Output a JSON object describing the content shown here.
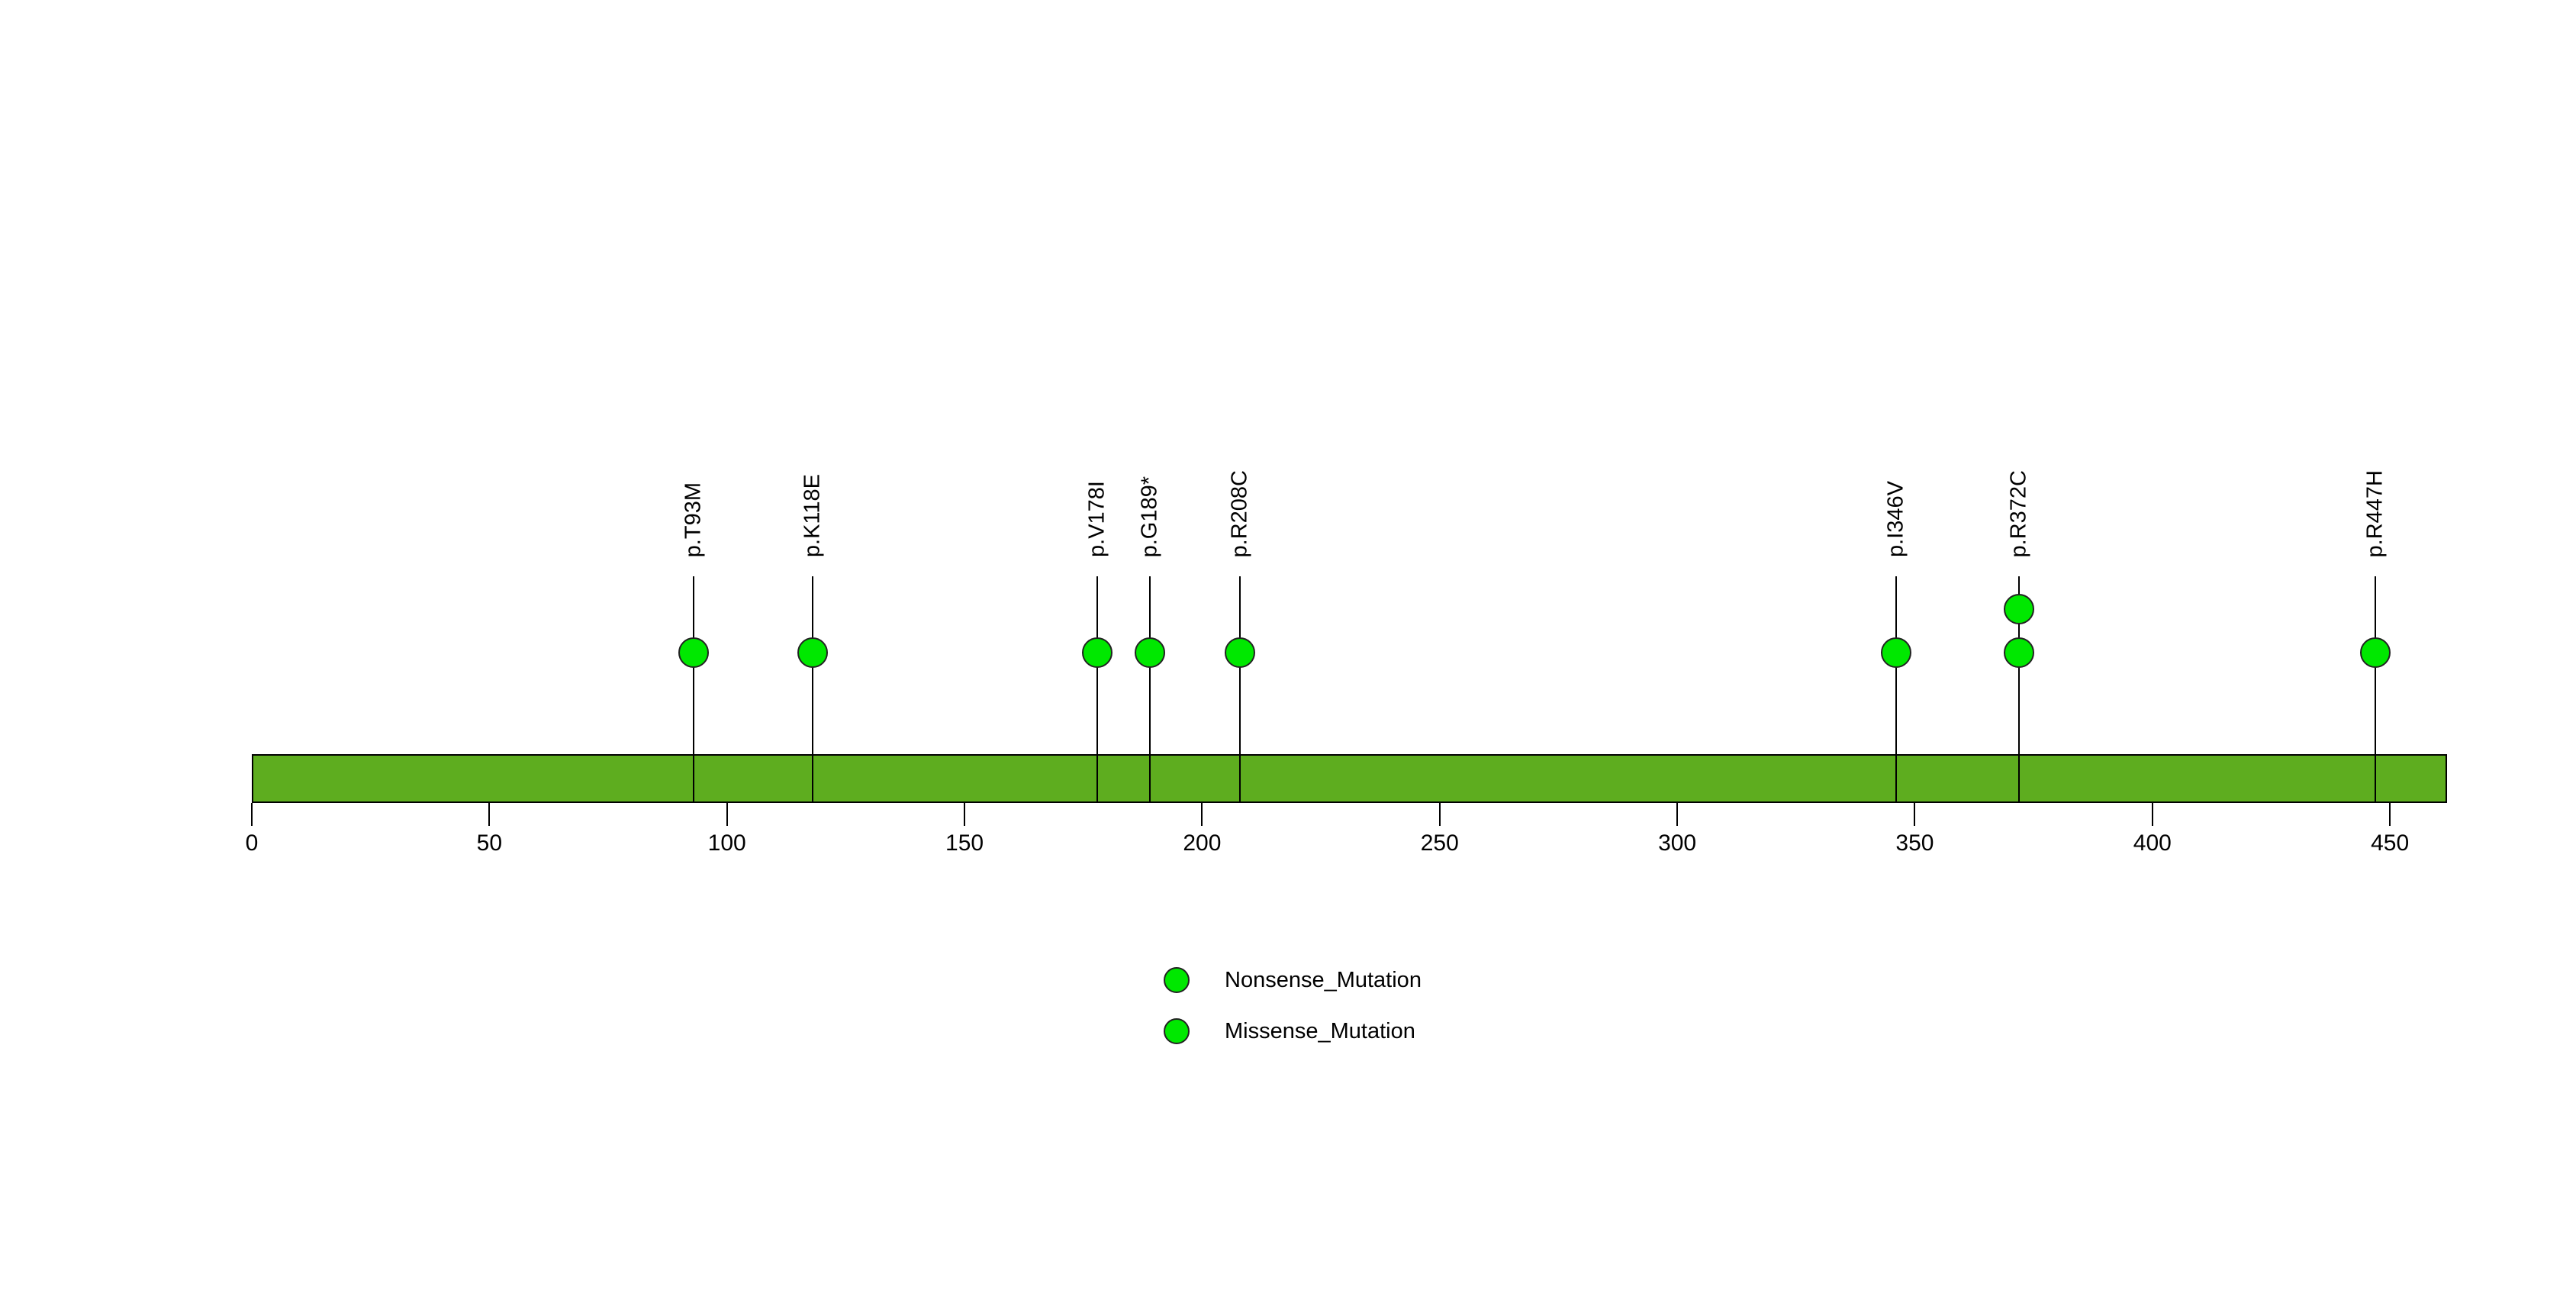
{
  "chart_data": {
    "type": "lollipop",
    "title": "",
    "xlabel": "",
    "ylabel": "",
    "xlim": [
      0,
      462
    ],
    "grid": false,
    "protein_length": 462,
    "axis": {
      "ticks": [
        0,
        50,
        100,
        150,
        200,
        250,
        300,
        350,
        400,
        450
      ],
      "tick_labels": [
        "0",
        "50",
        "100",
        "150",
        "200",
        "250",
        "300",
        "350",
        "400",
        "450"
      ]
    },
    "backbone": {
      "label": "protein-backbone",
      "start": 0,
      "end": 462,
      "color": "#5EAD1F",
      "border_color": "#000000"
    },
    "mutations": [
      {
        "label": "p.T93M",
        "position": 93,
        "count": 1,
        "type": "Missense_Mutation",
        "color": "#00E800"
      },
      {
        "label": "p.K118E",
        "position": 118,
        "count": 1,
        "type": "Missense_Mutation",
        "color": "#00E800"
      },
      {
        "label": "p.V178I",
        "position": 178,
        "count": 1,
        "type": "Missense_Mutation",
        "color": "#00E800"
      },
      {
        "label": "p.G189*",
        "position": 189,
        "count": 1,
        "type": "Nonsense_Mutation",
        "color": "#00E800"
      },
      {
        "label": "p.R208C",
        "position": 208,
        "count": 1,
        "type": "Missense_Mutation",
        "color": "#00E800"
      },
      {
        "label": "p.I346V",
        "position": 346,
        "count": 1,
        "type": "Missense_Mutation",
        "color": "#00E800"
      },
      {
        "label": "p.R372C",
        "position": 372,
        "count": 2,
        "type": "Missense_Mutation",
        "color": "#00E800"
      },
      {
        "label": "p.R447H",
        "position": 447,
        "count": 1,
        "type": "Missense_Mutation",
        "color": "#00E800"
      }
    ],
    "legend": {
      "position": "bottom-center",
      "entries": [
        {
          "label": "Nonsense_Mutation",
          "color": "#00E800"
        },
        {
          "label": "Missense_Mutation",
          "color": "#00E800"
        }
      ]
    }
  }
}
